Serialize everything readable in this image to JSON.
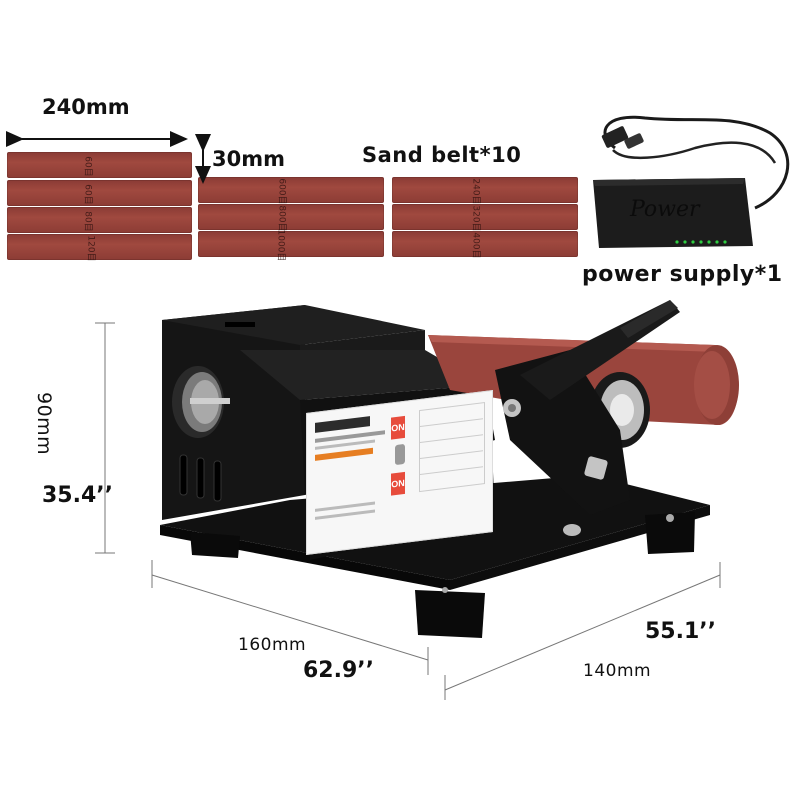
{
  "dimensions": {
    "belt_length": "240mm",
    "belt_width": "30mm",
    "height_mm": "90mm",
    "height_in": "35.4’’",
    "depth_mm": "160mm",
    "depth_in": "62.9’’",
    "width_mm": "140mm",
    "width_in": "55.1’’"
  },
  "accessories": {
    "sand_belt": "Sand belt*10",
    "power_supply": "power supply*1",
    "adapter_text": "Power"
  },
  "belts": [
    {
      "grit": "60目"
    },
    {
      "grit": "60目"
    },
    {
      "grit": "80目"
    },
    {
      "grit": "120目"
    },
    {
      "grit": "600目"
    },
    {
      "grit": "800目"
    },
    {
      "grit": "1000目"
    },
    {
      "grit": "240目"
    },
    {
      "grit": "320目"
    },
    {
      "grit": "400目"
    }
  ],
  "machine": {
    "switch_on_top": "ON",
    "switch_on_bottom": "ON"
  },
  "colors": {
    "belt": "#9a453d",
    "machine_body": "#151515",
    "adapter": "#1c1c1c"
  }
}
